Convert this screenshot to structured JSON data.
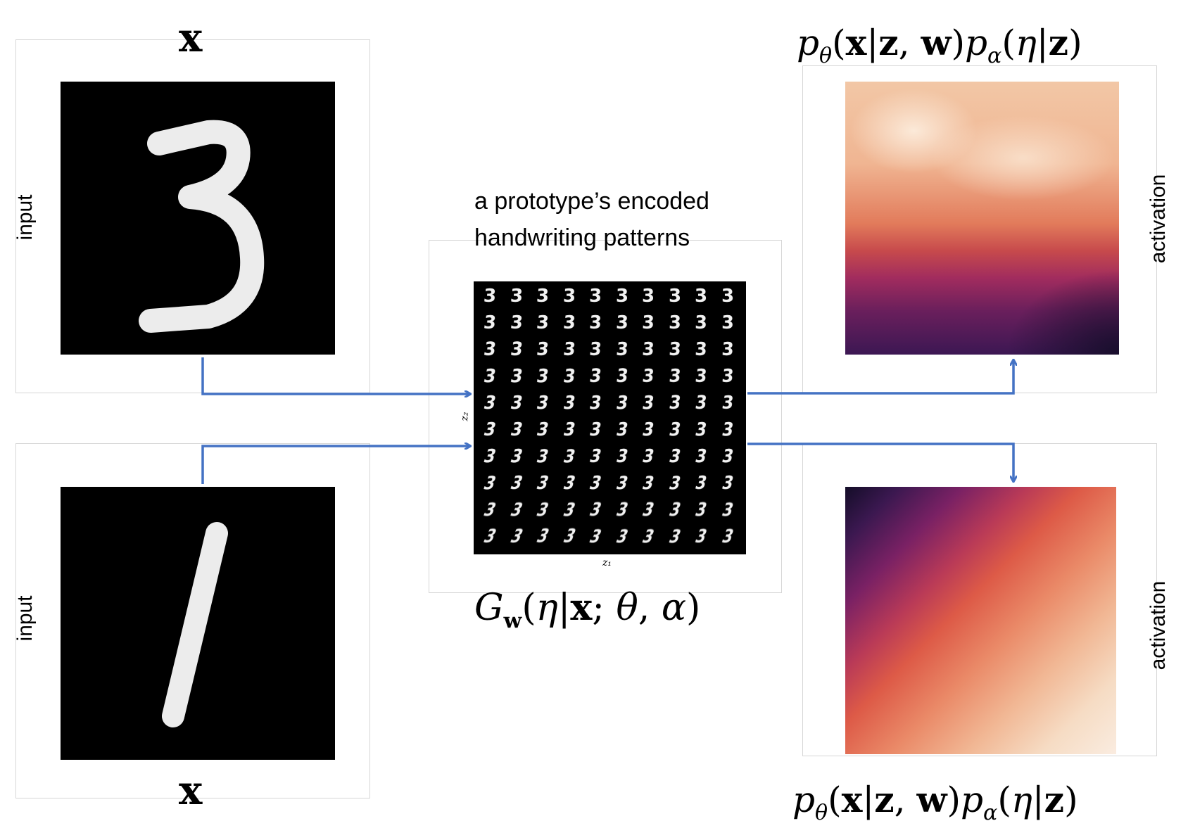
{
  "inputs": {
    "top": {
      "side_label": "input",
      "symbol": "x"
    },
    "bottom": {
      "side_label": "input",
      "symbol": "x"
    }
  },
  "center": {
    "caption_line1": "a prototype’s encoded",
    "caption_line2": "handwriting patterns",
    "axis_x": "z₁",
    "axis_y": "z₂",
    "grid_glyph": "3",
    "formula": {
      "func": "G",
      "sub": "w",
      "arg1": "η",
      "arg2": "x",
      "arg3": "θ",
      "arg4": "α"
    }
  },
  "outputs": {
    "top": {
      "side_label": "activation",
      "p1": "p",
      "p1_sub": "θ",
      "a1": "x",
      "a2": "z",
      "a3": "w",
      "p2": "p",
      "p2_sub": "α",
      "a4": "η",
      "a5": "z"
    },
    "bottom": {
      "side_label": "activation",
      "p1": "p",
      "p1_sub": "θ",
      "a1": "x",
      "a2": "z",
      "a3": "w",
      "p2": "p",
      "p2_sub": "α",
      "a4": "η",
      "a5": "z"
    }
  },
  "colors": {
    "arrow": "#4472c4",
    "frame": "#d6d6d6",
    "heat_light": "#f6e4d2",
    "heat_orange": "#e4764f",
    "heat_magenta": "#a3275f",
    "heat_dark": "#1a0f2e"
  }
}
